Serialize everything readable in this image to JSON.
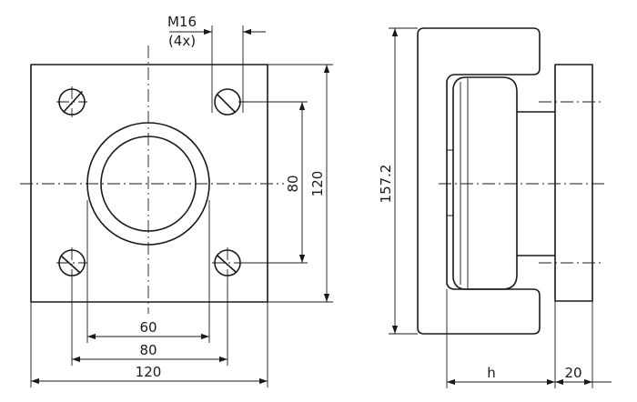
{
  "thread_label": "M16",
  "thread_count": "(4x)",
  "dims": {
    "front_inner_width": "60",
    "front_hole_spacing_h": "80",
    "front_width": "120",
    "front_hole_spacing_v": "80",
    "front_height": "120",
    "side_height": "157.2",
    "side_h": "h",
    "side_flange": "20"
  }
}
